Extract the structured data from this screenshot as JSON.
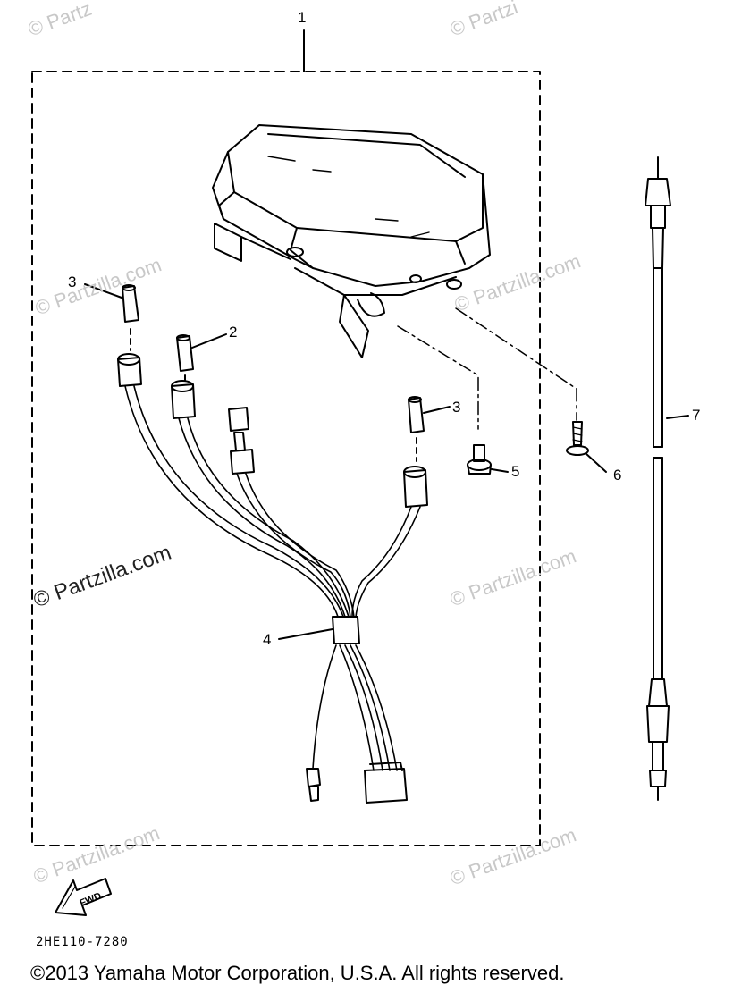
{
  "diagram": {
    "callouts": {
      "c1": "1",
      "c2": "2",
      "c3a": "3",
      "c3b": "3",
      "c4": "4",
      "c5": "5",
      "c6": "6",
      "c7": "7"
    },
    "fwd_label": "FWD",
    "part_code": "2HE110-7280"
  },
  "watermarks": {
    "text": "© Partzilla.com",
    "short": "© Partz",
    "short2": "© Partzi"
  },
  "footer": {
    "copyright": "©2013  Yamaha Motor Corporation, U.S.A. All rights reserved."
  }
}
